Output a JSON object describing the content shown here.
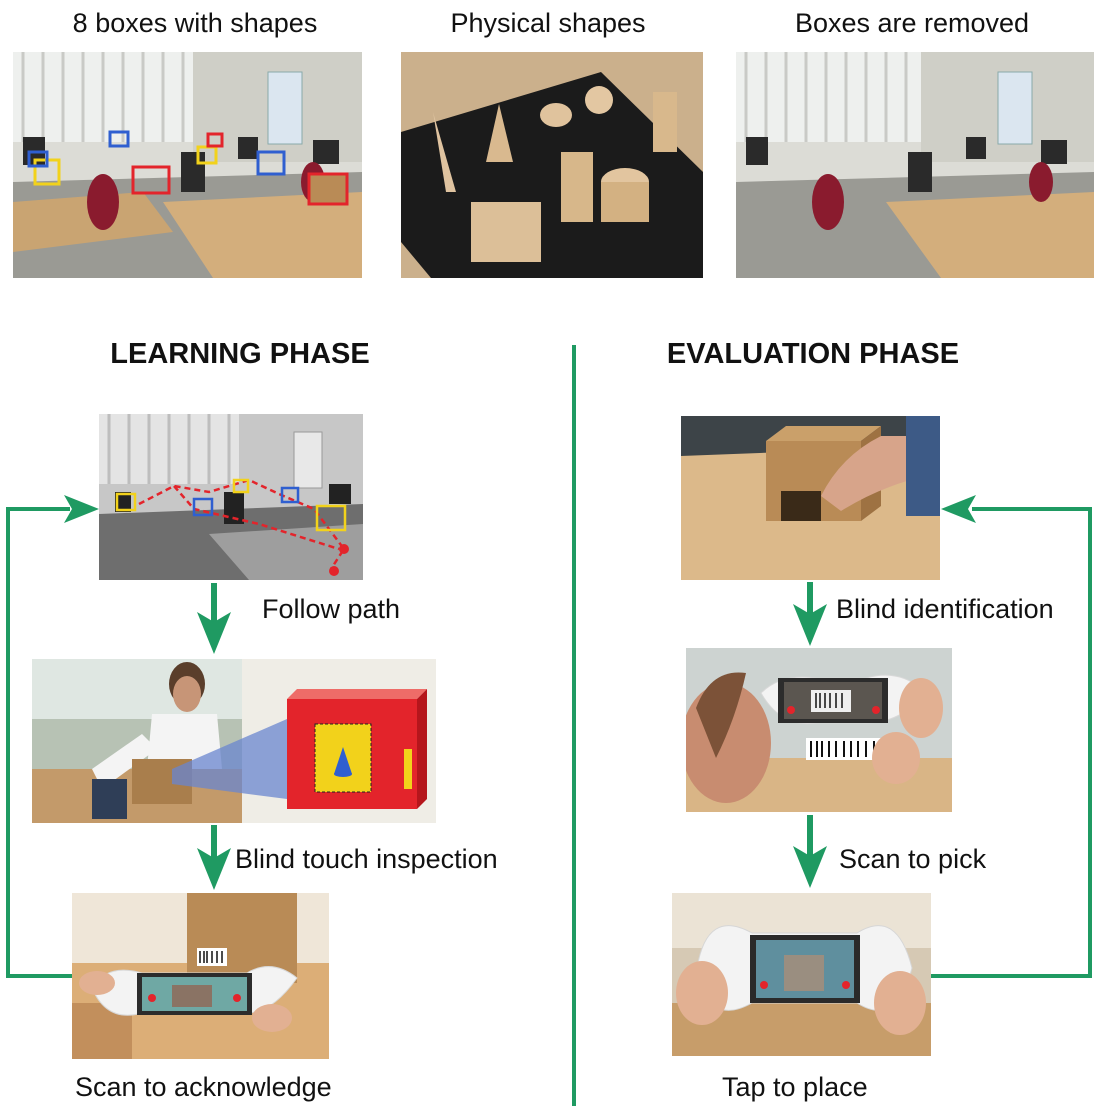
{
  "top": {
    "left_caption": "8 boxes with shapes",
    "middle_caption": "Physical shapes",
    "right_caption": "Boxes are removed"
  },
  "learning": {
    "title": "LEARNING PHASE",
    "step1": "Follow path",
    "step2": "Blind touch inspection",
    "step3": "Scan to acknowledge"
  },
  "evaluation": {
    "title": "EVALUATION PHASE",
    "step1": "Blind identification",
    "step2": "Scan to pick",
    "step3": "Tap to place"
  },
  "colors": {
    "flow_green": "#1f9a62",
    "box_yellow": "#f2d21b",
    "box_red": "#e3242b",
    "box_blue": "#2f5fd0",
    "wood": "#d6b48a",
    "cardboard": "#b98b56"
  }
}
